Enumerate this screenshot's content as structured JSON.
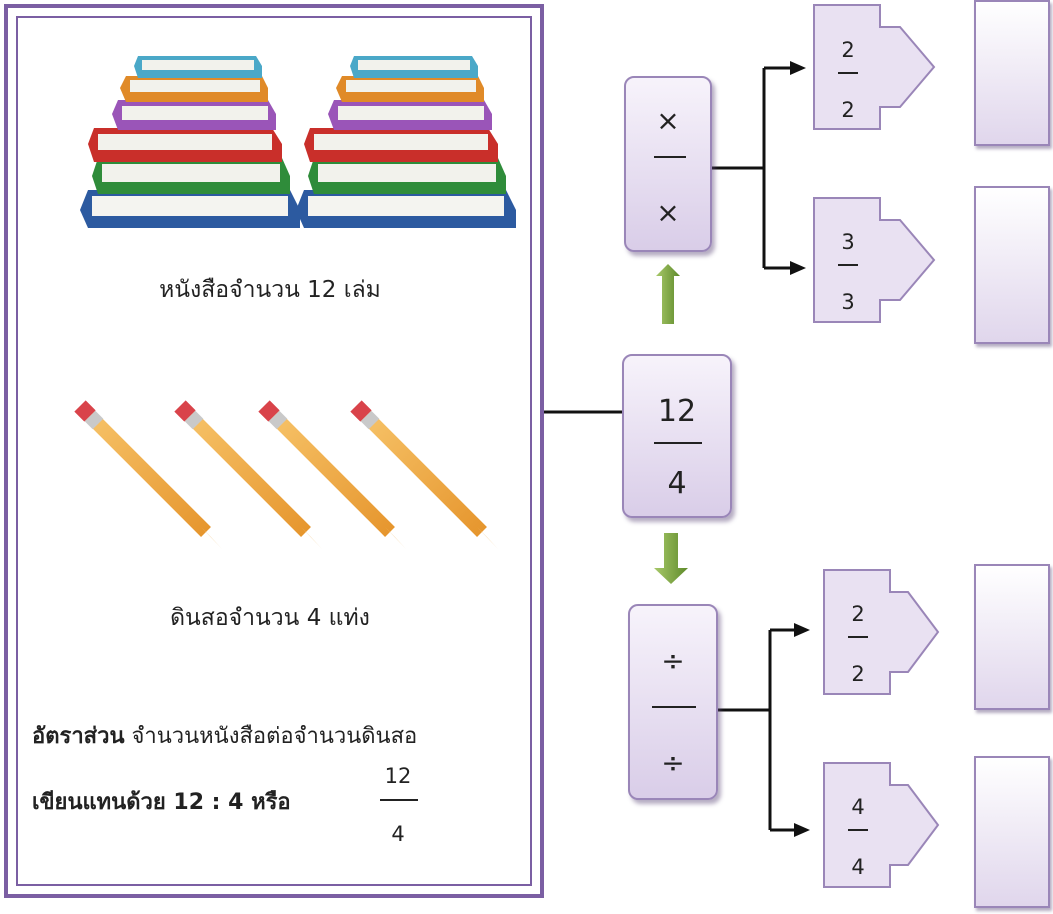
{
  "left_panel": {
    "books_caption": "หนังสือจำนวน 12 เล่ม",
    "pencils_caption": "ดินสอจำนวน  4 แท่ง",
    "ratio_label": "อัตราส่วน",
    "ratio_description": " จำนวนหนังสือต่อจำนวนดินสอ",
    "written_as_label": "เขียนแทนด้วย  12 : 4  หรือ",
    "fraction": {
      "numerator": "12",
      "denominator": "4"
    }
  },
  "center_fraction": {
    "numerator": "12",
    "denominator": "4"
  },
  "multiply_box": {
    "top": "×",
    "bottom": "×"
  },
  "divide_box": {
    "top": "÷",
    "bottom": "÷"
  },
  "multiply_results": [
    {
      "numerator": "2",
      "denominator": "2",
      "answer": ""
    },
    {
      "numerator": "3",
      "denominator": "3",
      "answer": ""
    }
  ],
  "divide_results": [
    {
      "numerator": "2",
      "denominator": "2",
      "answer": ""
    },
    {
      "numerator": "4",
      "denominator": "4",
      "answer": ""
    }
  ],
  "colors": {
    "panel_border": "#7b5fa3",
    "card_border": "#9a86b8",
    "arrow_green": "#6f9a3a"
  }
}
